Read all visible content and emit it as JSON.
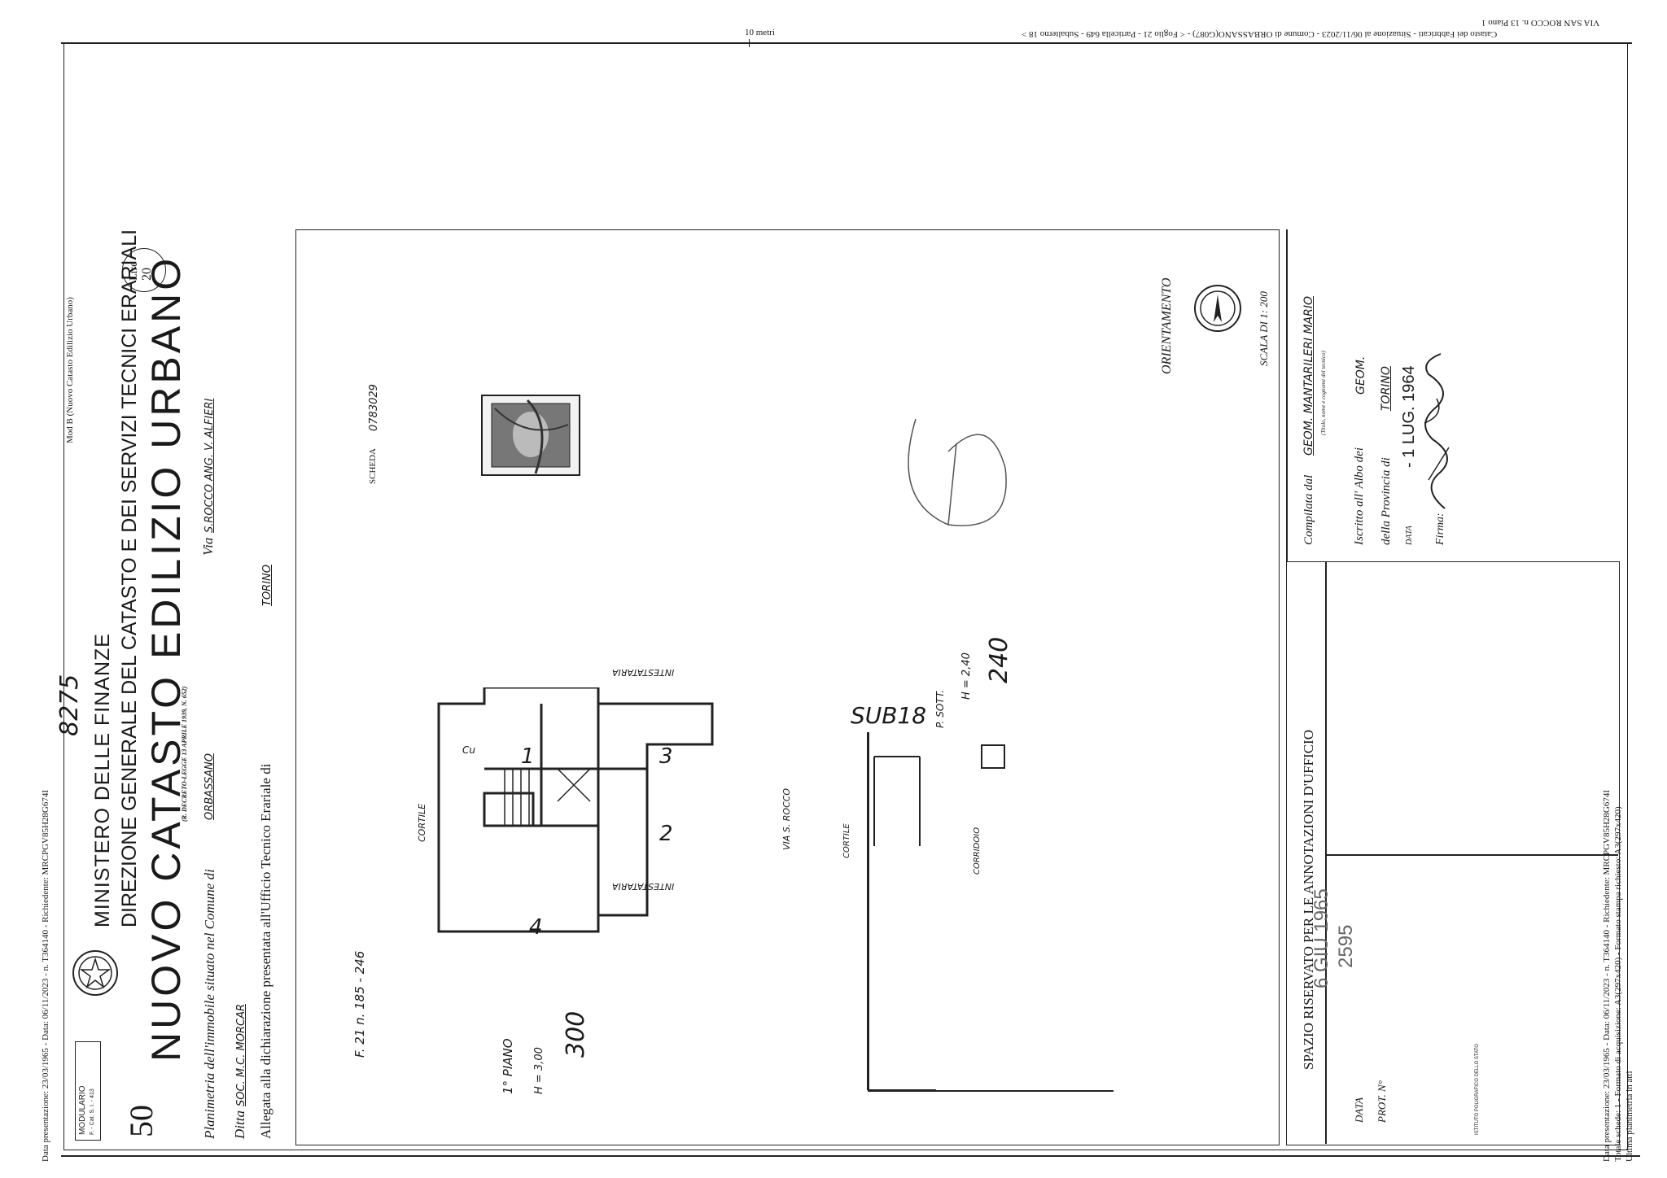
{
  "top_header_rotated": "Catasto dei Fabbricati - Situazione al 06/11/2023 - Comune di ORBASSANO(G087) - < Foglio 21 - Particella 649 - Subalterno 18 >",
  "top_header_rotated_line2": "VIA SAN ROCCO n. 13 Piano 1",
  "scale_label": "10 metri",
  "left_margin_text": "Data presentazione: 23/03/1965 - Data: 06/11/2023 - n. T364140 - Richiedente: MRCPGV85H28G674I",
  "right_margin_lines": [
    "Data presentazione: 23/03/1965 - Data: 06/11/2023 - n. T364140 - Richiedente: MRCPGV85H28G674I",
    "Totale schede: 1 - Formato di acquisizione: A3(297x420) - Formato stampa richiesto: A3(297x420)",
    "Ultima planimetria in atti"
  ],
  "form": {
    "modulario": "MODULARIO",
    "modulario_sub": "F. - Cat. S. I. - 413",
    "form_number": "50",
    "handwritten_number": "8275",
    "mod_b": "Mod B (Nuovo Catasto Edilizio Urbano)",
    "lire": "Lire",
    "lire_value": "20",
    "ministry": "MINISTERO DELLE FINANZE",
    "direction": "DIREZIONE GENERALE DEL CATASTO E DEI SERVIZI TECNICI ERARIALI",
    "title": "NUOVO CATASTO EDILIZIO URBANO",
    "decree": "(R. DECRETO-LEGGE 13 APRILE 1939, N. 652)",
    "planimetria_label": "Planimetria dell'immobile situato nel Comune di",
    "comune": "ORBASSANO",
    "via_label": "Via",
    "via_value": "S.ROCCO ANG. V. ALFIERI",
    "ditta_label": "Ditta",
    "ditta_value": "SOC. M.C. MORCAR",
    "allegata": "Allegata alla dichiarazione presentata all'Ufficio Tecnico Erariale di",
    "ufficio": "TORINO",
    "scheda_label": "SCHEDA",
    "scheda_value": "0783029"
  },
  "plan": {
    "foglio": "F. 21 n. 185 - 246",
    "piano": "1° PIANO",
    "h1": "H = 3,00",
    "h1_big": "300",
    "cortile": "CORTILE",
    "intestataria": "INTESTATARIA",
    "via_s_rocco": "VIA S. ROCCO",
    "rooms": [
      "1",
      "2",
      "3",
      "4"
    ],
    "cu": "Cu",
    "sub": "SUB18",
    "p_sott": "P. SOTT.",
    "h2": "H = 2,40",
    "h2_big": "240",
    "cortile2": "CORTILE",
    "corridoio": "CORRIDOIO",
    "orientamento": "ORIENTAMENTO",
    "north": "N",
    "scala": "SCALA DI 1: 200"
  },
  "compiler": {
    "compilata_label": "Compilata dal",
    "compilata_value": "GEOM. MANTARILERI MARIO",
    "compilata_hint": "(Titolo, nome e cognome del tecnico)",
    "albo_label": "Iscritto all' Albo dei",
    "albo_value": "GEOM.",
    "provincia_label": "della Provincia di",
    "provincia_value": "TORINO",
    "data_label": "DATA",
    "data_value": "- 1 LUG. 1964",
    "firma_label": "Firma:"
  },
  "office": {
    "riservato": "SPAZIO RISERVATO PER LE ANNOTAZIONI D'UFFICIO",
    "data_label": "DATA",
    "prot_label": "PROT. N°",
    "stamp_line1": "6 GIU 1965",
    "stamp_line2": "2595",
    "printer": "ISTITUTO POLIGRAFICO DELLO STATO"
  }
}
